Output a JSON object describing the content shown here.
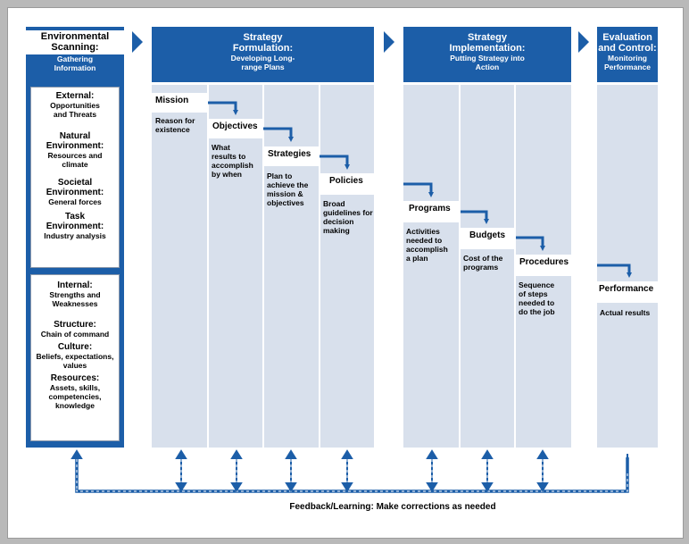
{
  "headers": {
    "scanning": {
      "title": "Environmental Scanning:",
      "subtitle": "Gathering Information"
    },
    "formulation": {
      "title": "Strategy Formulation:",
      "subtitle": "Developing Long-range Plans"
    },
    "implementation": {
      "title": "Strategy Implementation:",
      "subtitle": "Putting Strategy into Action"
    },
    "evaluation": {
      "title": "Evaluation and Control:",
      "subtitle": "Monitoring Performance"
    }
  },
  "scanning": {
    "external": {
      "heading": "External:",
      "subheading": "Opportunities and Threats",
      "items": [
        {
          "name": "Natural Environment:",
          "detail": "Resources and climate"
        },
        {
          "name": "Societal Environment:",
          "detail": "General forces"
        },
        {
          "name": "Task Environment:",
          "detail": "Industry analysis"
        }
      ]
    },
    "internal": {
      "heading": "Internal:",
      "subheading": "Strengths and Weaknesses",
      "items": [
        {
          "name": "Structure:",
          "detail": "Chain of command"
        },
        {
          "name": "Culture:",
          "detail": "Beliefs, expectations, values"
        },
        {
          "name": "Resources:",
          "detail": "Assets, skills, competencies, knowledge"
        }
      ]
    }
  },
  "steps": [
    {
      "label": "Mission",
      "description": "Reason for existence"
    },
    {
      "label": "Objectives",
      "description": "What results to accomplish by when"
    },
    {
      "label": "Strategies",
      "description": "Plan to achieve the mission & objectives"
    },
    {
      "label": "Policies",
      "description": "Broad guidelines for decision making"
    },
    {
      "label": "Programs",
      "description": "Activities needed to accomplish a plan"
    },
    {
      "label": "Budgets",
      "description": "Cost of the programs"
    },
    {
      "label": "Procedures",
      "description": "Sequence of steps needed to do the job"
    },
    {
      "label": "Performance",
      "description": "Actual results"
    }
  ],
  "feedback": "Feedback/Learning: Make corrections as needed",
  "colors": {
    "header": "#1c5ea8",
    "column": "#d8e0ec",
    "arrow": "#1c5ea8"
  }
}
